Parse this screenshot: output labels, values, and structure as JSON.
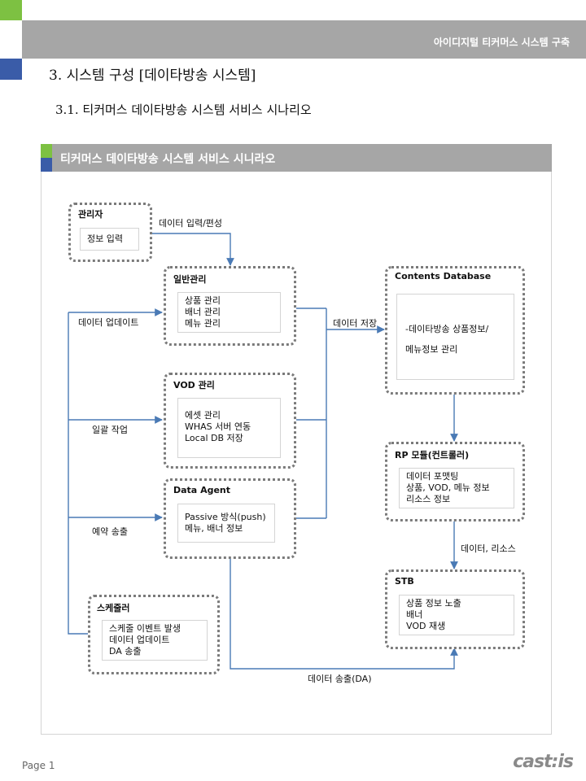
{
  "header": {
    "title": "아이디지털 티커머스 시스템 구축"
  },
  "section": {
    "heading": "3. 시스템 구성 [데이타방송 시스템]",
    "subheading": "3.1. 티커머스 데이타방송 시스템 서비스 시나리오"
  },
  "panel": {
    "title": "티커머스 데이타방송 시스템 서비스 시니라오"
  },
  "diagram": {
    "admin": {
      "title": "관리자",
      "items": [
        "정보 입력"
      ]
    },
    "general": {
      "title": "일반관리",
      "items": [
        "상품 관리",
        "배너 관리",
        "메뉴 관리"
      ]
    },
    "vod": {
      "title": "VOD 관리",
      "items": [
        "에셋 관리",
        "WHAS 서버 연동",
        "Local DB 저장"
      ]
    },
    "agent": {
      "title": "Data Agent",
      "items": [
        "Passive 방식(push)",
        "메뉴, 배너 정보"
      ]
    },
    "scheduler": {
      "title": "스케줄러",
      "items": [
        "스케줄 이벤트 발생",
        "데이터 업데이트",
        "DA 송출"
      ]
    },
    "contents_db": {
      "title": "Contents Database",
      "items": [
        "-데이타방송 상품정보/",
        "메뉴정보 관리"
      ]
    },
    "rp": {
      "title": "RP 모듈(컨트롤러)",
      "items": [
        "데이터 포맷팅",
        "상품, VOD, 메뉴 정보",
        "리소스 정보"
      ]
    },
    "stb": {
      "title": "STB",
      "items": [
        "상품 정보 노출",
        "배너",
        "VOD 재생"
      ]
    },
    "labels": {
      "data_input_edit": "데이터 입력/편성",
      "data_update": "데이터 업데이트",
      "batch_job": "일괄 작업",
      "scheduled_tx": "예약 송출",
      "data_store": "데이터 저장",
      "data_resource": "데이터, 리소스",
      "data_tx_da": "데이터 송출(DA)"
    }
  },
  "footer": {
    "page": "Page 1",
    "logo": "cast:is"
  },
  "colors": {
    "accent_green": "#7dc142",
    "accent_blue": "#3a5ca8",
    "header_gray": "#a6a6a6",
    "arrow_blue": "#4a7ab5",
    "text_gray": "#666666"
  }
}
